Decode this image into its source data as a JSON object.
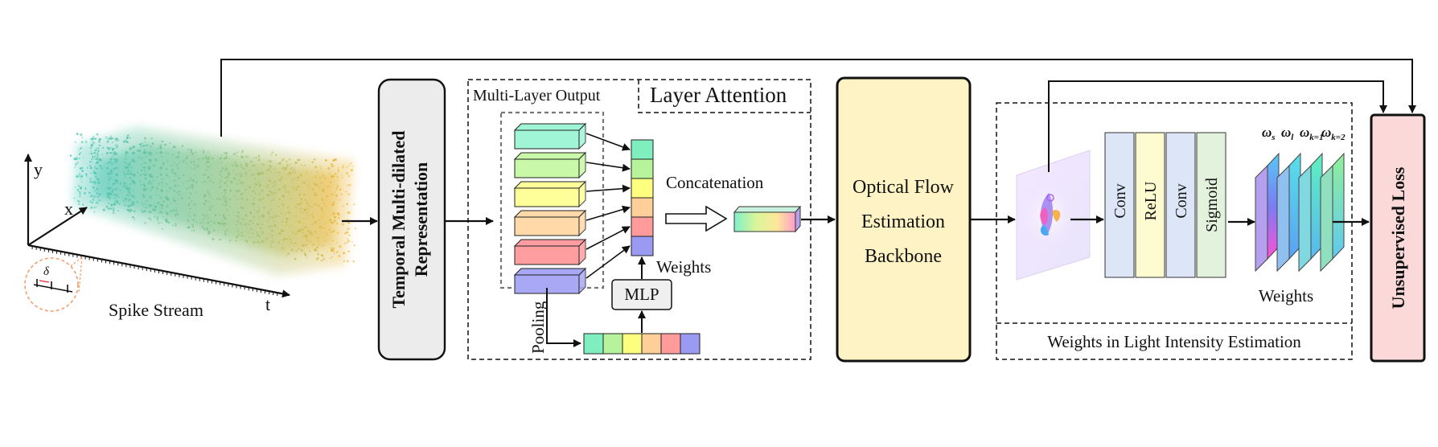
{
  "spike_stream": {
    "caption": "Spike Stream",
    "axis_y": "y",
    "axis_x": "x",
    "axis_t": "t",
    "delta": "δ"
  },
  "temporal_block": {
    "line1": "Temporal Multi-dilated",
    "line2": "Representation"
  },
  "layer_attention": {
    "title": "Layer Attention",
    "multi_layer_output": "Multi-Layer Output",
    "concatenation": "Concatenation",
    "weights": "Weights",
    "mlp": "MLP",
    "pooling": "Pooling"
  },
  "backbone": {
    "line1": "Optical Flow",
    "line2": "Estimation",
    "line3": "Backbone"
  },
  "light_intensity": {
    "caption": "Weights in Light Intensity Estimation",
    "layers": [
      "Conv",
      "ReLU",
      "Conv",
      "Sigmoid"
    ],
    "weights_label": "Weights",
    "omegas": [
      "ω",
      "ω",
      "ω",
      "ω"
    ],
    "omega_subs": [
      "s",
      "l",
      "k=1",
      "k=2"
    ]
  },
  "loss": {
    "label": "Unsupervised Loss"
  },
  "colors": {
    "layers": [
      "#9ff5d6",
      "#c8f8a8",
      "#ffff99",
      "#ffd9a8",
      "#ff9ea0",
      "#a8a8f5"
    ],
    "weight_cells": [
      "#7fefbf",
      "#b6f39a",
      "#ffff7f",
      "#ffcf9a",
      "#ff9b9b",
      "#9a9af2"
    ],
    "backbone_fill": "#fdf3c4",
    "loss_fill": "#fbd9d9",
    "temporal_fill": "#ececec",
    "conv_fill": "#dce6f7",
    "relu_fill": "#fffbd0",
    "sigmoid_fill": "#e3f2dd"
  }
}
